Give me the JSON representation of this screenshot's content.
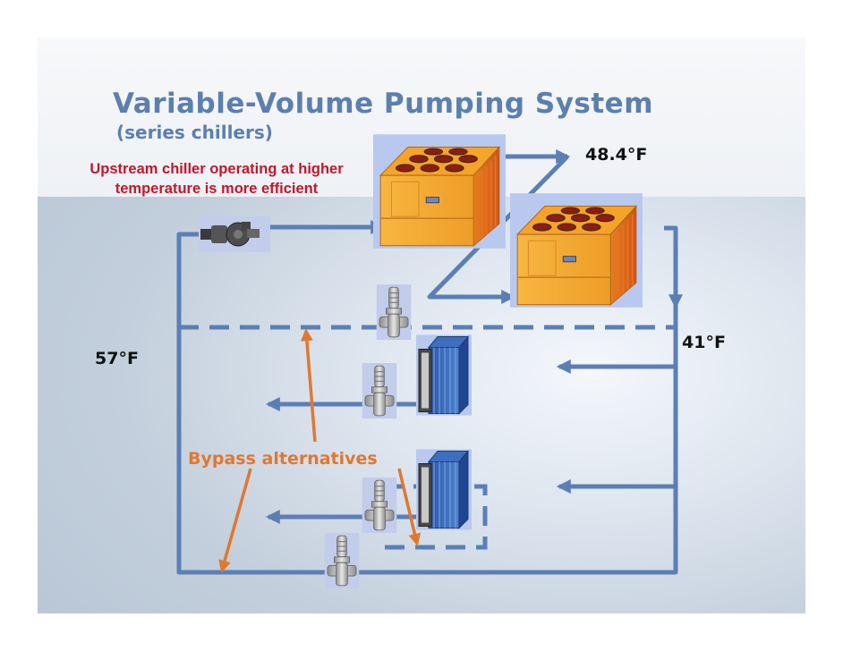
{
  "slide": {
    "title": "Variable-Volume Pumping System",
    "subtitle": "(series chillers)",
    "note_line1": "Upstream chiller operating at higher",
    "note_line2": "temperature is more efficient"
  },
  "labels": {
    "temp_leaving_upstream": "48.4°F",
    "temp_supply": "41°F",
    "temp_return": "57°F",
    "bypass": "Bypass alternatives"
  },
  "colors": {
    "pipe": "#5b7fb5",
    "title": "#5b7fae",
    "note": "#c0182c",
    "annotation": "#e07830",
    "chiller": "#f2a22d"
  },
  "icons": [
    "pump-icon",
    "chiller-icon",
    "valve-icon",
    "coil-icon"
  ]
}
